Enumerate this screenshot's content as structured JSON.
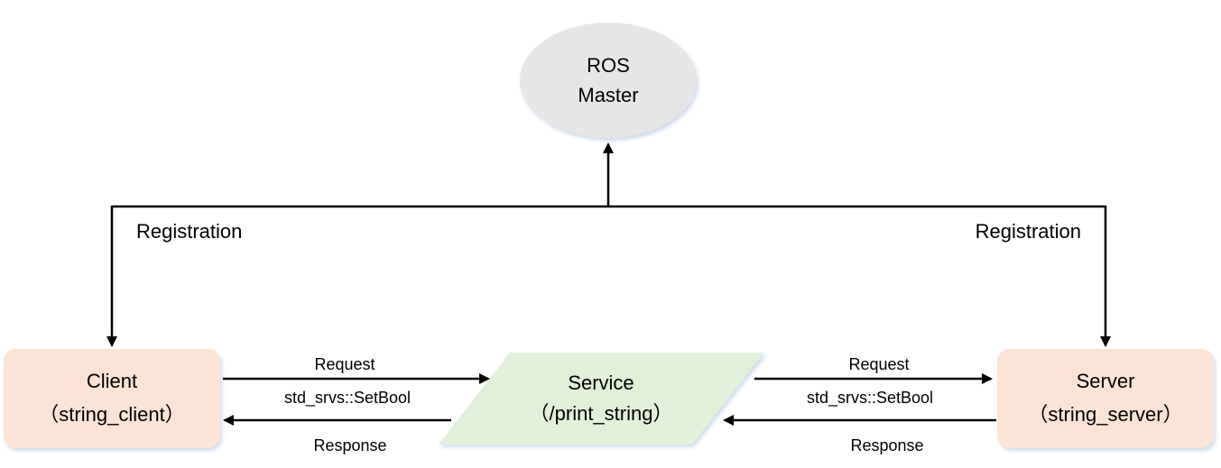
{
  "nodes": {
    "master": {
      "line1": "ROS",
      "line2": "Master",
      "fill": "#e6e6e6"
    },
    "client": {
      "line1": "Client",
      "line2": "（string_client）",
      "fill": "#fbe3d6"
    },
    "service": {
      "line1": "Service",
      "line2": "（/print_string）",
      "fill": "#e2efd9"
    },
    "server": {
      "line1": "Server",
      "line2": "（string_server）",
      "fill": "#fbe3d6"
    }
  },
  "edges": {
    "registration_left": "Registration",
    "registration_right": "Registration",
    "left_request": "Request",
    "left_type": "std_srvs::SetBool",
    "left_response": "Response",
    "right_request": "Request",
    "right_type": "std_srvs::SetBool",
    "right_response": "Response"
  },
  "colors": {
    "line": "#000000",
    "shadow": "#dce6f2"
  }
}
